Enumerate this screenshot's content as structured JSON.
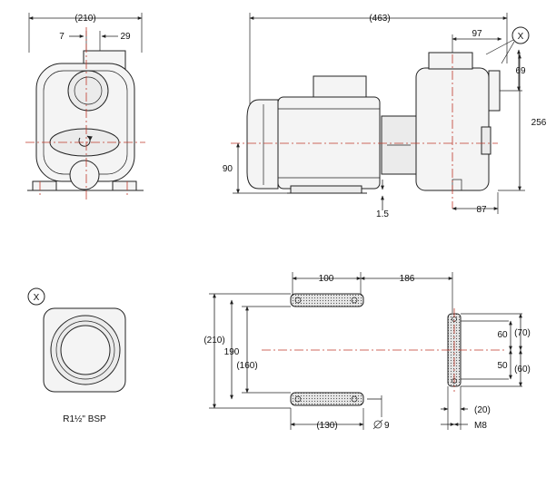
{
  "dimensions": {
    "front_width": "(210)",
    "front_offset_left": "7",
    "front_offset_right": "29",
    "side_length": "(463)",
    "side_outlet_offset": "97",
    "side_outlet_height": "69",
    "side_height": "256",
    "side_shaft_height": "90",
    "side_foot_thickness": "1.5",
    "side_inlet_offset": "87",
    "base_hole_spacing_x": "100",
    "base_foot_spacing": "186",
    "base_overall_width": "(210)",
    "base_hole_spacing_y": "190",
    "base_inner_width": "(160)",
    "base_foot_length": "(130)",
    "base_hole_diameter": "9",
    "base_right_upper": "60",
    "base_right_upper_total": "(70)",
    "base_right_lower": "50",
    "base_right_lower_total": "(60)",
    "base_right_foot_width": "(20)",
    "base_right_bolt": "M8"
  },
  "callouts": {
    "view_marker": "X",
    "detail_marker": "X"
  },
  "detail": {
    "thread_label": "R1½\" BSP"
  }
}
